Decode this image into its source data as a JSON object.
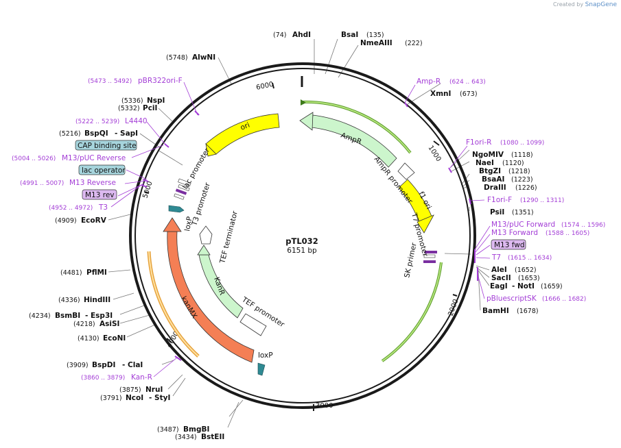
{
  "credit": {
    "prefix": "Created by",
    "brand": "SnapGene"
  },
  "plasmid": {
    "name": "pTL032",
    "size": "6151 bp"
  },
  "ticks": [
    "1000",
    "2000",
    "3000",
    "4000",
    "5000",
    "6000"
  ],
  "enzymes": {
    "ahdi": {
      "name": "AhdI",
      "pos": "(74)"
    },
    "bsai": {
      "name": "BsaI",
      "pos": "(135)"
    },
    "nmeaiii": {
      "name": "NmeAIII",
      "pos": "(222)"
    },
    "xmni": {
      "name": "XmnI",
      "pos": "(673)"
    },
    "ngomiv": {
      "name": "NgoMIV",
      "pos": "(1118)"
    },
    "naei": {
      "name": "NaeI",
      "pos": "(1120)"
    },
    "btgzi": {
      "name": "BtgZI",
      "pos": "(1218)"
    },
    "bsaai": {
      "name": "BsaAI",
      "pos": "(1223)"
    },
    "draiii": {
      "name": "DraIII",
      "pos": "(1226)"
    },
    "psii": {
      "name": "PsiI",
      "pos": "(1351)"
    },
    "alei": {
      "name": "AleI",
      "pos": "(1652)"
    },
    "sacii": {
      "name": "SacII",
      "pos": "(1653)"
    },
    "eagi": {
      "name": "EagI",
      "sep": "- NotI",
      "pos": "(1659)"
    },
    "bamhi": {
      "name": "BamHI",
      "pos": "(1678)"
    },
    "bstevii": {
      "name": "BstEII",
      "pos": "(3434)"
    },
    "bmgbi": {
      "name": "BmgBI",
      "pos": "(3487)"
    },
    "ncoi": {
      "name": "NcoI",
      "sep": "- StyI",
      "pos": "(3791)"
    },
    "drui": {
      "name": "NruI",
      "pos": "(3875)"
    },
    "bspdi": {
      "name": "BspDI",
      "sep": "- ClaI",
      "pos": "(3909)"
    },
    "econi": {
      "name": "EcoNI",
      "pos": "(4130)"
    },
    "asisi": {
      "name": "AsiSI",
      "pos": "(4218)"
    },
    "bsmbi": {
      "name": "BsmBI",
      "sep": "- Esp3I",
      "pos": "(4234)"
    },
    "hindiii": {
      "name": "HindIII",
      "pos": "(4336)"
    },
    "pflmi": {
      "name": "PflMI",
      "pos": "(4481)"
    },
    "ecorv": {
      "name": "EcoRV",
      "pos": "(4909)"
    },
    "bspqi": {
      "name": "BspQI",
      "sep": "- SapI",
      "pos": "(5216)"
    },
    "pcii": {
      "name": "PciI",
      "pos": "(5332)"
    },
    "nspi": {
      "name": "NspI",
      "pos": "(5336)"
    },
    "alwni": {
      "name": "AlwNI",
      "pos": "(5748)"
    }
  },
  "primers": {
    "ampr": {
      "name": "Amp-R",
      "pos": "(624 .. 643)"
    },
    "f1orir": {
      "name": "F1ori-R",
      "pos": "(1080 .. 1099)"
    },
    "f1orif": {
      "name": "F1ori-F",
      "pos": "(1290 .. 1311)"
    },
    "m13puc": {
      "name": "M13/pUC Forward",
      "pos": "(1574 .. 1596)"
    },
    "m13fwd_primer": {
      "name": "M13 Forward",
      "pos": "(1588 .. 1605)"
    },
    "t7": {
      "name": "T7",
      "pos": "(1615 .. 1634)"
    },
    "pbluescript": {
      "name": "pBluescriptSK",
      "pos": "(1666 .. 1682)"
    },
    "kanr": {
      "name": "Kan-R",
      "pos": "(3860 .. 3879)"
    },
    "t3": {
      "name": "T3",
      "pos": "(4952 .. 4972)"
    },
    "m13rev_primer": {
      "name": "M13 Reverse",
      "pos": "(4991 .. 5007)"
    },
    "m13pucrev": {
      "name": "M13/pUC Reverse",
      "pos": "(5004 .. 5026)"
    },
    "l4440": {
      "name": "L4440",
      "pos": "(5222 .. 5239)"
    },
    "pbr322": {
      "name": "pBR322ori-F",
      "pos": "(5473 .. 5492)"
    }
  },
  "boxed": {
    "m13fwd": "M13 fwd",
    "m13rev": "M13 rev",
    "lacop": "lac operator",
    "cap": "CAP binding site"
  },
  "features": {
    "ampr": "AmpR",
    "ampr_promoter": "AmpR promoter",
    "f1ori": "f1 ori",
    "t7prom": "T7 promoter",
    "skprimer": "SK primer",
    "ori": "ori",
    "lacprom": "lac promoter",
    "t3prom": "T3 promoter",
    "loxp_top": "loxP",
    "tefterm": "TEF terminator",
    "kanr": "KanR",
    "tefprom": "TEF promoter",
    "kanmx": "kanMX",
    "loxp_bottom": "loxP"
  },
  "colors": {
    "backbone": "#1a1a1a",
    "primer": "#a33dd6",
    "ori": "#ffff00",
    "ampr": "#ccf5cc",
    "kanmx": "#f47f55",
    "boxed_primer": "#dcb9f0",
    "boxed_protein": "#a6d4dc",
    "loxp": "#2f8a93"
  }
}
